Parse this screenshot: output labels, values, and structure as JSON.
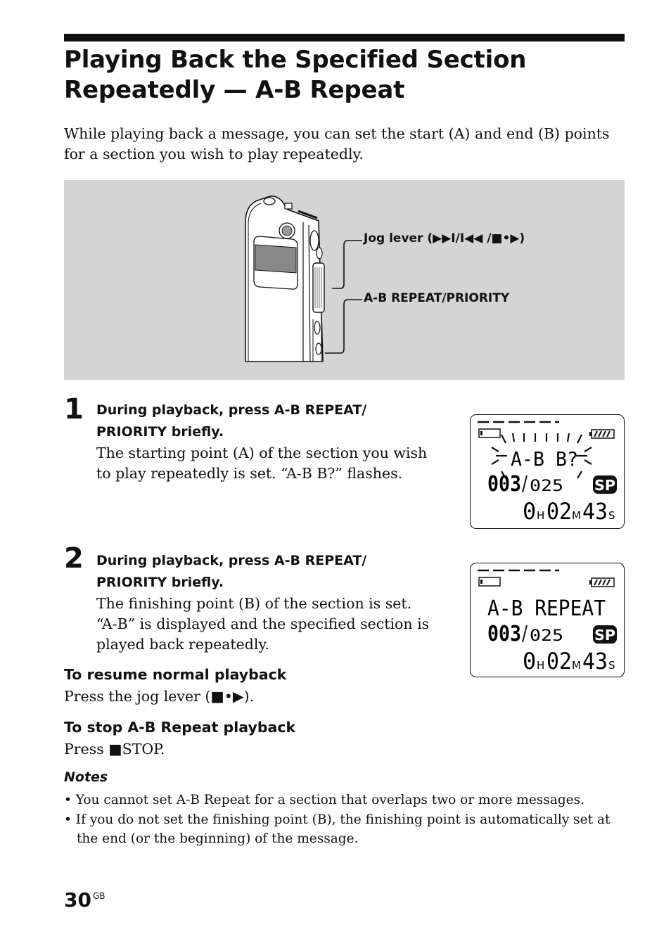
{
  "page": {
    "title": "Playing Back the Specified Section Repeatedly — A-B Repeat",
    "intro": "While playing back a message, you can set the start (A) and end (B) points for a section you wish to play repeatedly.",
    "number": "30",
    "number_suffix": "GB"
  },
  "figure": {
    "jog_label": "Jog lever (▶▶I/I◀◀ /■•▶)",
    "ab_label": "A-B REPEAT/PRIORITY"
  },
  "steps": [
    {
      "number": "1",
      "heading": "During playback, press A-B REPEAT/ PRIORITY briefly.",
      "body": "The starting point (A) of the section you wish to play repeatedly is set.  “A-B B?” flashes."
    },
    {
      "number": "2",
      "heading": "During playback, press A-B REPEAT/ PRIORITY briefly.",
      "body": "The finishing point (B) of the section is set. “A-B” is displayed and the specified section is played back repeatedly."
    }
  ],
  "displays": [
    {
      "line1": "A-B B?",
      "msg_num": "003",
      "msg_total": "025",
      "mode": "SP",
      "h": "0",
      "h_unit": "H",
      "m": "02",
      "m_unit": "M",
      "s": "43",
      "s_unit": "S"
    },
    {
      "line1": "A-B REPEAT",
      "msg_num": "003",
      "msg_total": "025",
      "mode": "SP",
      "h": "0",
      "h_unit": "H",
      "m": "02",
      "m_unit": "M",
      "s": "43",
      "s_unit": "S"
    }
  ],
  "resume": {
    "heading": "To resume normal playback",
    "body": "Press the jog lever (■•▶)."
  },
  "stop": {
    "heading": "To stop A-B Repeat playback",
    "body": "Press ■STOP."
  },
  "notes": {
    "title": "Notes",
    "items": [
      "• You cannot set A-B Repeat for a section that overlaps two or more messages.",
      "• If you do not set the finishing point (B), the finishing point is automatically set at the end (or the beginning) of the message."
    ]
  },
  "colors": {
    "figure_bg": "#d4d4d4",
    "text": "#111111"
  }
}
